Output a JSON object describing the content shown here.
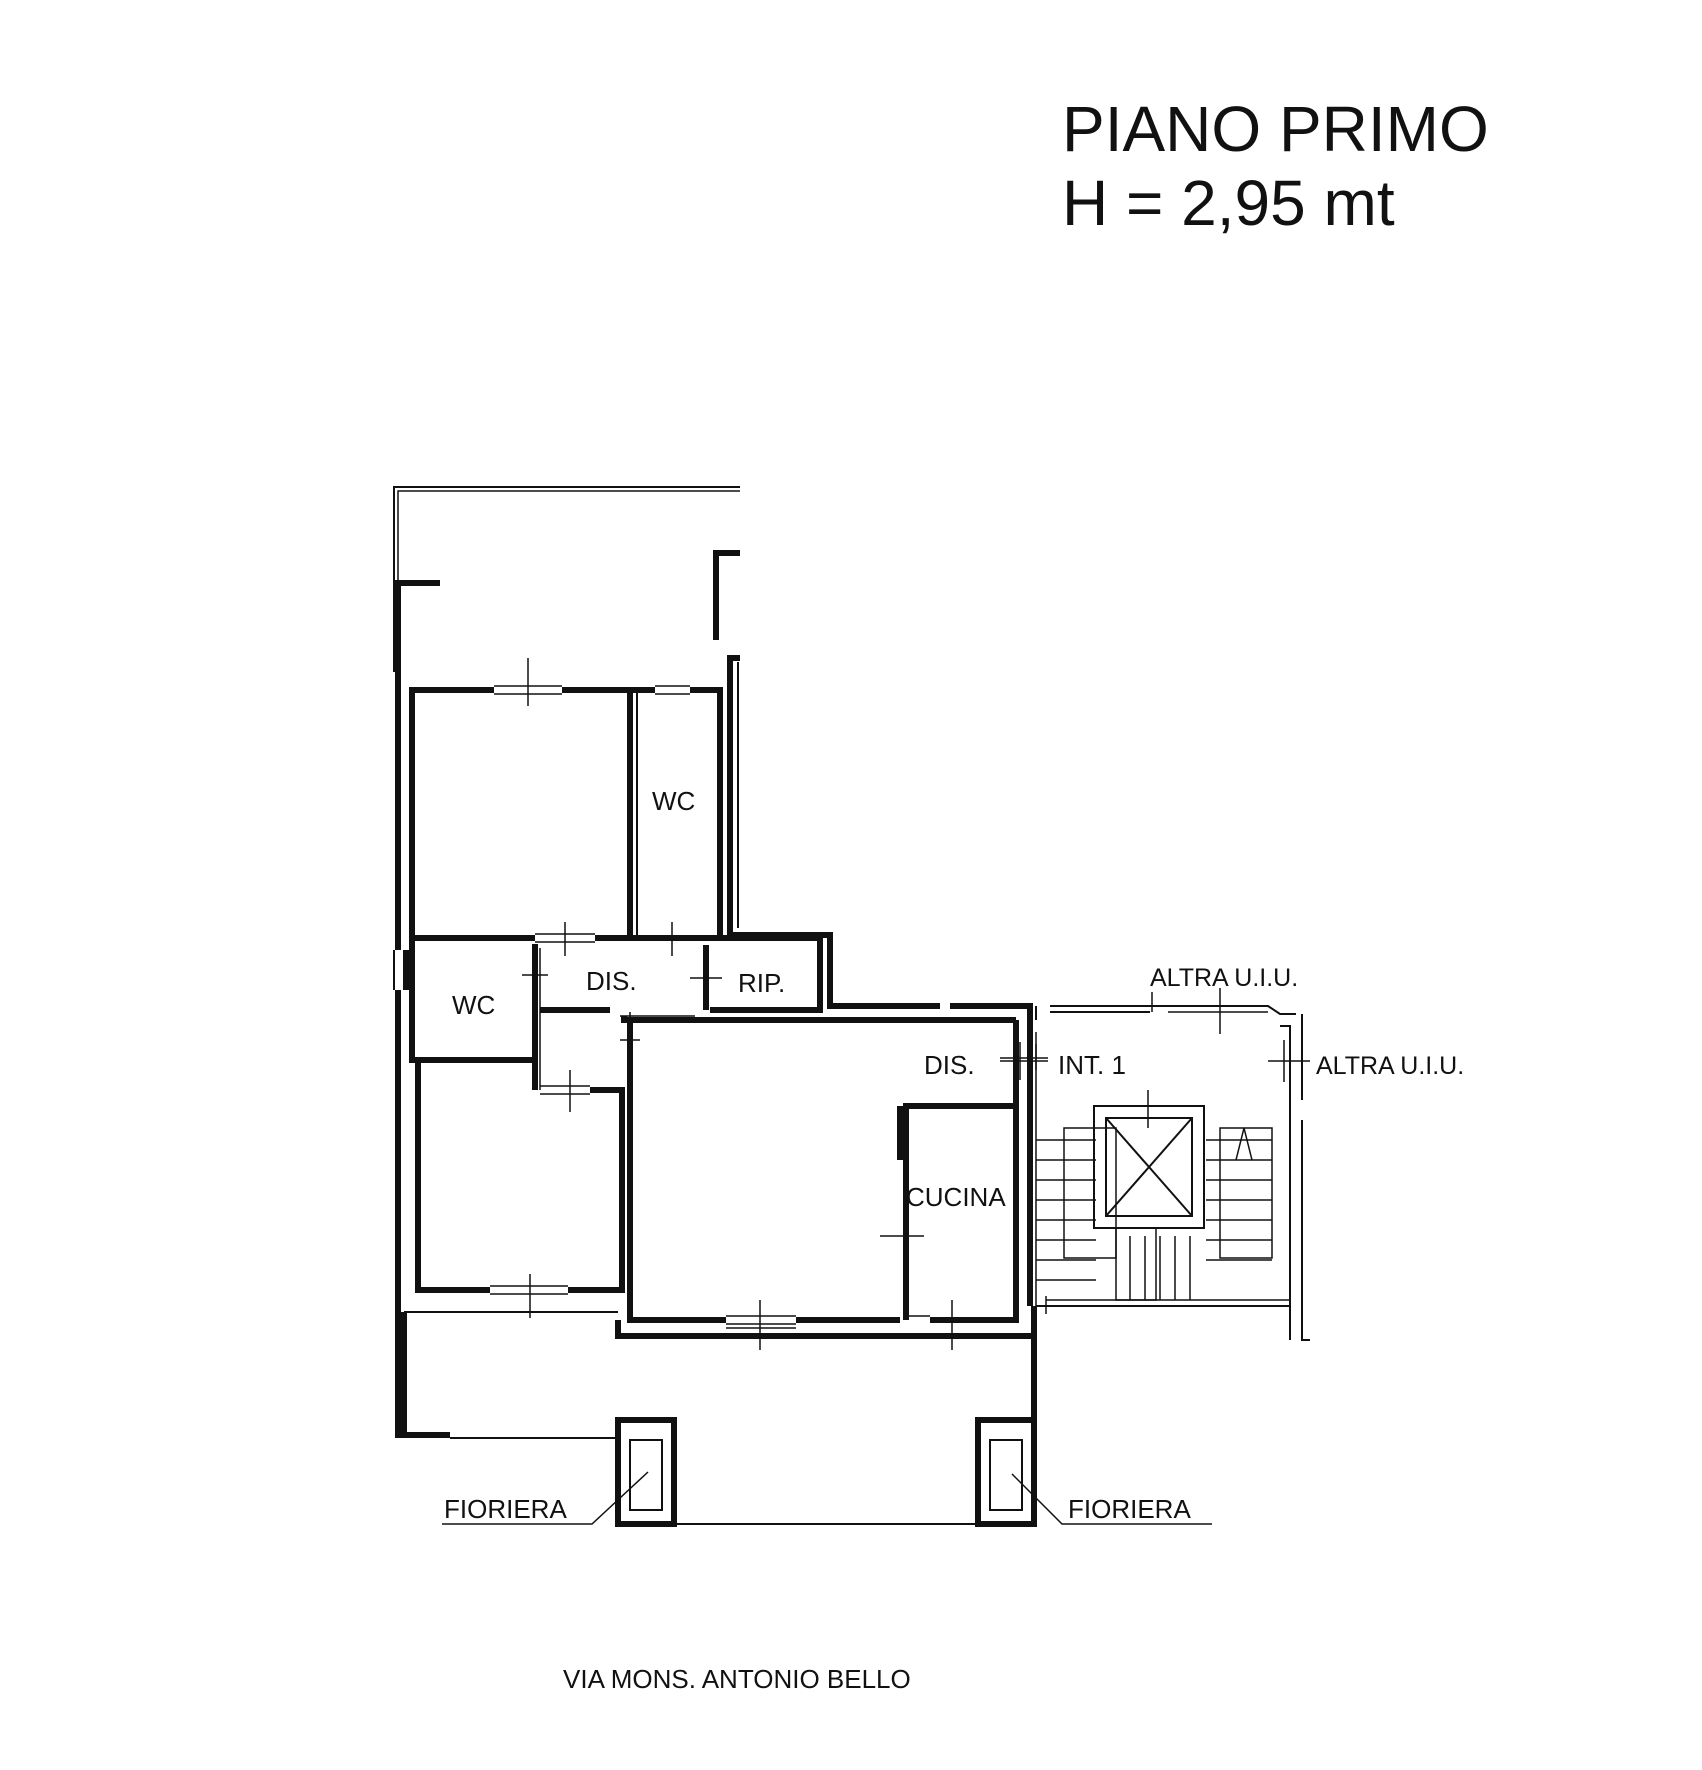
{
  "header": {
    "floor_title": "PIANO PRIMO",
    "height_label": "H = 2,95 mt"
  },
  "rooms": {
    "wc_upper": "WC",
    "wc_lower": "WC",
    "dis_center": "DIS.",
    "rip": "RIP.",
    "dis_right": "DIS.",
    "int_1": "INT. 1",
    "cucina": "CUCINA",
    "altra_uiu_top": "ALTRA U.I.U.",
    "altra_uiu_right": "ALTRA U.I.U.",
    "fioriera_left": "FIORIERA",
    "fioriera_right": "FIORIERA"
  },
  "street": "VIA MONS. ANTONIO BELLO"
}
